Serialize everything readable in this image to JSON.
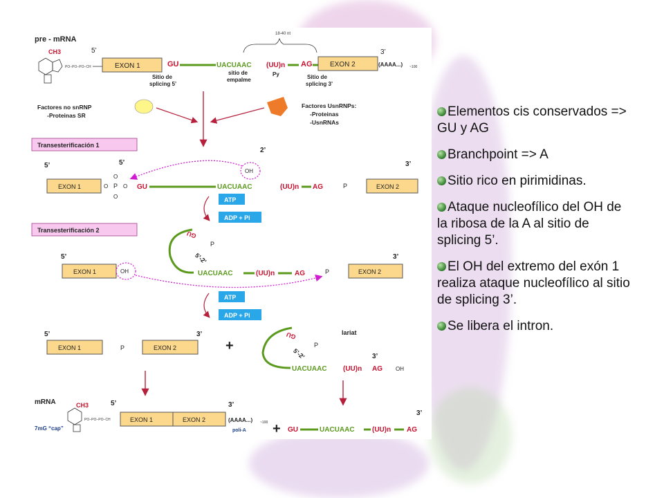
{
  "bullets": [
    {
      "text": "Elementos cis conservados => GU y AG",
      "icon": "green-bullet-icon"
    },
    {
      "text": "Branchpoint => A",
      "icon": "green-bullet-icon"
    },
    {
      "text": "Sitio rico en pirimidinas.",
      "icon": "green-bullet-icon"
    },
    {
      "text": "Ataque nucleofílico del OH de la ribosa de la A al sitio de splicing 5’.",
      "icon": "green-bullet-icon"
    },
    {
      "text": "El OH del extremo del exón 1 realiza ataque nucleofílico al sitio de splicing 3’.",
      "icon": "green-bullet-icon"
    },
    {
      "text": "Se libera el intron.",
      "icon": "green-bullet-icon"
    }
  ],
  "diagram": {
    "pre_mrna_label": "pre - mRNA",
    "ch3": "CH3",
    "phosphates": "PO−PO−PO−CH",
    "five_prime": "5’",
    "three_prime": "3’",
    "exon1": "EXON 1",
    "exon2": "EXON 2",
    "gu": "GU",
    "uacuaac": "UACUAAC",
    "uun": "(UU)n",
    "ag": "AG",
    "py": "Py",
    "poly_a_tail": "(AAAA...)",
    "poly_a_sub": "~100",
    "nt_range": "18-40 nt",
    "sitio5_a": "Sitio de",
    "sitio5_b": "splicing 5’",
    "sitio_emp_a": "sitio de",
    "sitio_emp_b": "empalme",
    "sitio3_a": "Sitio de",
    "sitio3_b": "splicing 3’",
    "no_snrnp_a": "Factores no snRNP",
    "no_snrnp_b": "-Proteinas SR",
    "usnrnp_a": "Factores UsnRNPs:",
    "usnrnp_b": "-Proteinas",
    "usnrnp_c": "-UsnRNAs",
    "trans1": "Transesterificación 1",
    "trans2": "Transesterificación 2",
    "two_prime": "2’",
    "oh": "OH",
    "o": "O",
    "p": "P",
    "atp": "ATP",
    "adp": "ADP + Pi",
    "five_two": "5’-2’",
    "plus": "+",
    "lariat": "lariat",
    "mrna_label": "mRNA",
    "cap": "7mG “cap”",
    "poly_a": "poli-A",
    "gu_rev": "GU"
  },
  "colors": {
    "exon_fill": "#fcd88c",
    "exon_stroke": "#555555",
    "intron_green": "#5b9a1e",
    "red_text": "#c8102e",
    "magenta": "#d11bd1",
    "arrow": "#b5203c",
    "trans_box": "#f8c8ee",
    "atp_box": "#2aa7e8",
    "yellow_oval": "#fff68a",
    "orange_shape": "#ee7b2a"
  }
}
